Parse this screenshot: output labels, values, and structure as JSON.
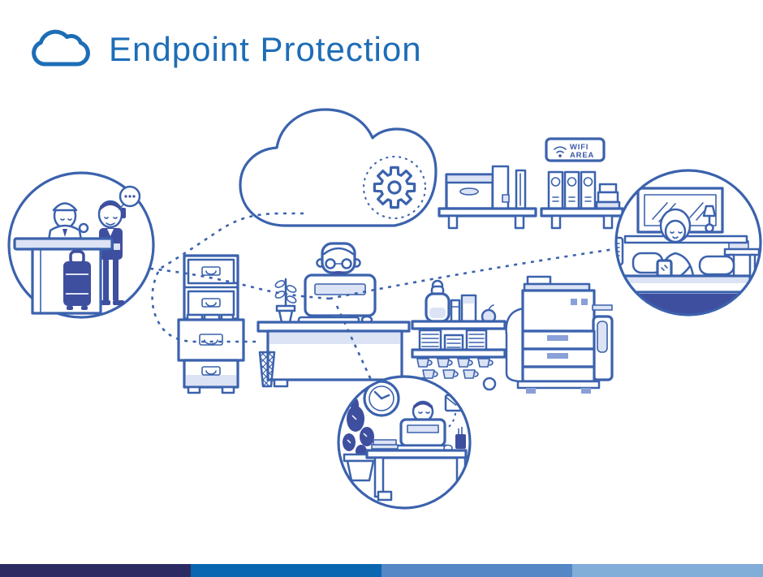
{
  "header": {
    "title": "Endpoint Protection",
    "logo_icon": "cloud-icon",
    "title_color": "#1d6db6"
  },
  "illustration": {
    "wifi_sign": {
      "line1": "WIFI",
      "line2": "AREA"
    },
    "scene_icons": [
      "cloud-gear-icon",
      "wifi-icon",
      "speech-bubble-icon",
      "clock-icon",
      "mail-icon",
      "apple-icon",
      "plant-icon",
      "cactus-icon"
    ],
    "scenes": [
      "cloud-service",
      "hotel-reception",
      "hotel-room-guest",
      "home-office-worker",
      "office-desk-user",
      "file-cabinet",
      "coffee-cart",
      "copier",
      "storage-shelves",
      "wifi-area-sign"
    ],
    "colors": {
      "line": "#3b62ad",
      "fill_light": "#dce3f5",
      "fill_dark": "#3f4f9f",
      "fill_mid": "#8aa0d8"
    }
  },
  "footer": {
    "segments": [
      {
        "color": "#2b2a63"
      },
      {
        "color": "#0b66b1"
      },
      {
        "color": "#5586c5"
      },
      {
        "color": "#81add9"
      }
    ]
  }
}
